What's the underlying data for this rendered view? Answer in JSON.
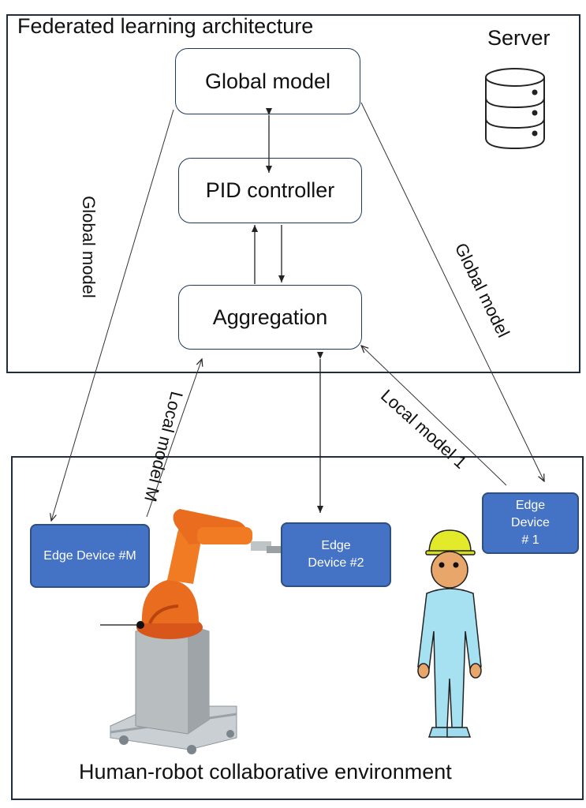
{
  "server": {
    "title": "Federated learning architecture",
    "server_label": "Server",
    "global_model": "Global model",
    "pid_controller": "PID controller",
    "aggregation": "Aggregation"
  },
  "edges": {
    "left_global": "Global  model",
    "right_global": "Global  model",
    "local_m": "Local model M",
    "local_1": "Local model 1"
  },
  "environment": {
    "title": "Human-robot collaborative environment",
    "device_m": "Edge Device #M",
    "device_2": "Edge Device #2",
    "device_1": "Edge Device # 1"
  },
  "colors": {
    "device_fill": "#4472c4",
    "robot": "#e8661a",
    "human": "#9fdcef",
    "helmet": "#e3ea2a"
  }
}
